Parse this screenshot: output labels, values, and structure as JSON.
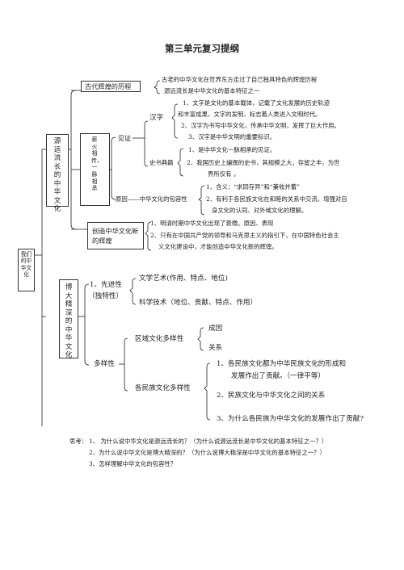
{
  "title": "第三单元复习提纲",
  "root_box": "我们的中华文化",
  "section1": {
    "box": "源远流长的中华文化",
    "glorious": {
      "box": "古代辉煌的历程",
      "lines": [
        "古老的中华文化在世界东方走过了自己独具特色的辉煌历程",
        "源远流长是中华文化的基本特征之一"
      ]
    },
    "inherit": {
      "box": "薪火相传，一脉相承",
      "witness": "见证",
      "hanzi": {
        "label": "汉字",
        "lines": [
          "1、文字是文化的基本载体，记载了文化发展的历史轨迹",
          "和丰富成果，文字的发明，标志着人类进入文明时代。",
          "2、汉字为书写中华文化，传承中华文明，发挥了巨大作用。",
          "3、汉字是中华文明的重要标识。"
        ]
      },
      "books": {
        "label": "史书典籍",
        "lines": [
          "1、是中华文化一脉相承的见证。",
          "2、我国历史上编撰的史书，其规模之大，存留之丰，为世",
          "界所仅有 。"
        ]
      },
      "reason": {
        "label": "原因——中华文化的包容性",
        "lines": [
          "1、含义：“求同存异”和“兼收并蓄”",
          "2、有利于各民族文化在和睦的关系中交流，增强对自",
          "身文化的认同、对外域文化的理解。"
        ]
      }
    },
    "new_glory": {
      "box": "创造中华文化新的辉煌",
      "lines": [
        "1、明清时期中华文化出现了衰微。原因、表现",
        "2、只有在中国共产党的领导和马克思主义的指引下，在中国特色社会主",
        "义文化建设中，才能创造中华文化新的辉煌。"
      ]
    }
  },
  "section2": {
    "box": "博大精深的中华文化",
    "advanced": {
      "label_line1": "1、先进性",
      "label_line2": "（独特性）",
      "items": [
        "文学艺术(作用、特点、地位)",
        "科学技术（地位、贡献、特点、作用）"
      ]
    },
    "diversity": {
      "label": "多样性",
      "regional": {
        "label": "区域文化多样性",
        "items": [
          "成因",
          "关系"
        ]
      },
      "ethnic": {
        "label": "各民族文化多样性",
        "items": [
          "1、各民族文化都为中华民族文化的形成和",
          "发展作出了贡献。（一律平等）",
          "2、民族文化与中华文化之间的关系",
          "3、为什么各民族为中华文化的发展作出了贡献?"
        ]
      }
    }
  },
  "thinking": {
    "prefix": "思考：",
    "items": [
      "1、 为什么说中华文化是源远流长的？（为什么说源远流长是中华文化的基本特征之一？）",
      "2、为什么说中华文化是博大精深的？（为什么说博大精深是中华文化的基本特征之一？）",
      "3、怎样理解中华文化的包容性？"
    ]
  }
}
